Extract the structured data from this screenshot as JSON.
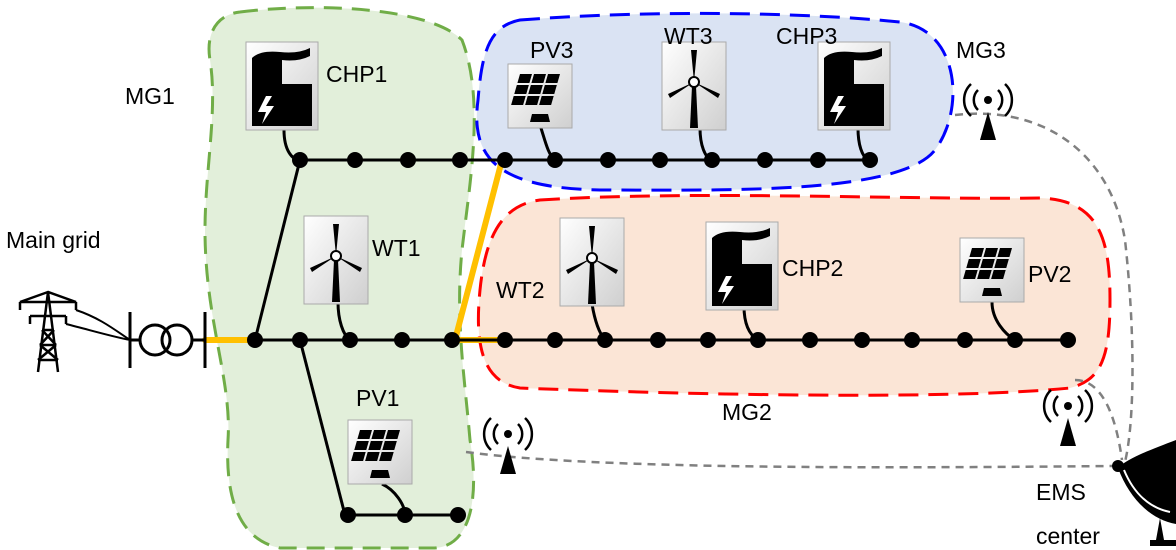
{
  "labels": {
    "mg1": "MG1",
    "mg2": "MG2",
    "mg3": "MG3",
    "main_grid": "Main grid",
    "ems_line1": "EMS",
    "ems_line2": "center",
    "chp1": "CHP1",
    "chp2": "CHP2",
    "chp3": "CHP3",
    "wt1": "WT1",
    "wt2": "WT2",
    "wt3": "WT3",
    "pv1": "PV1",
    "pv2": "PV2",
    "pv3": "PV3"
  },
  "colors": {
    "mg1_fill": "#e2efda",
    "mg1_border": "#70ad47",
    "mg2_fill": "#fbe5d6",
    "mg2_border": "#ff0000",
    "mg3_fill": "#dae3f3",
    "mg3_border": "#0000ff",
    "tie_line": "#ffc000",
    "bus": "#000000",
    "comm_link": "#808080"
  },
  "icons": {
    "chp": "factory-lightning-icon",
    "wt": "wind-turbine-icon",
    "pv": "solar-panel-icon",
    "main_grid": "transmission-tower-icon",
    "transformer": "transformer-icon",
    "antenna": "radio-antenna-icon",
    "ems": "satellite-dish-icon"
  }
}
